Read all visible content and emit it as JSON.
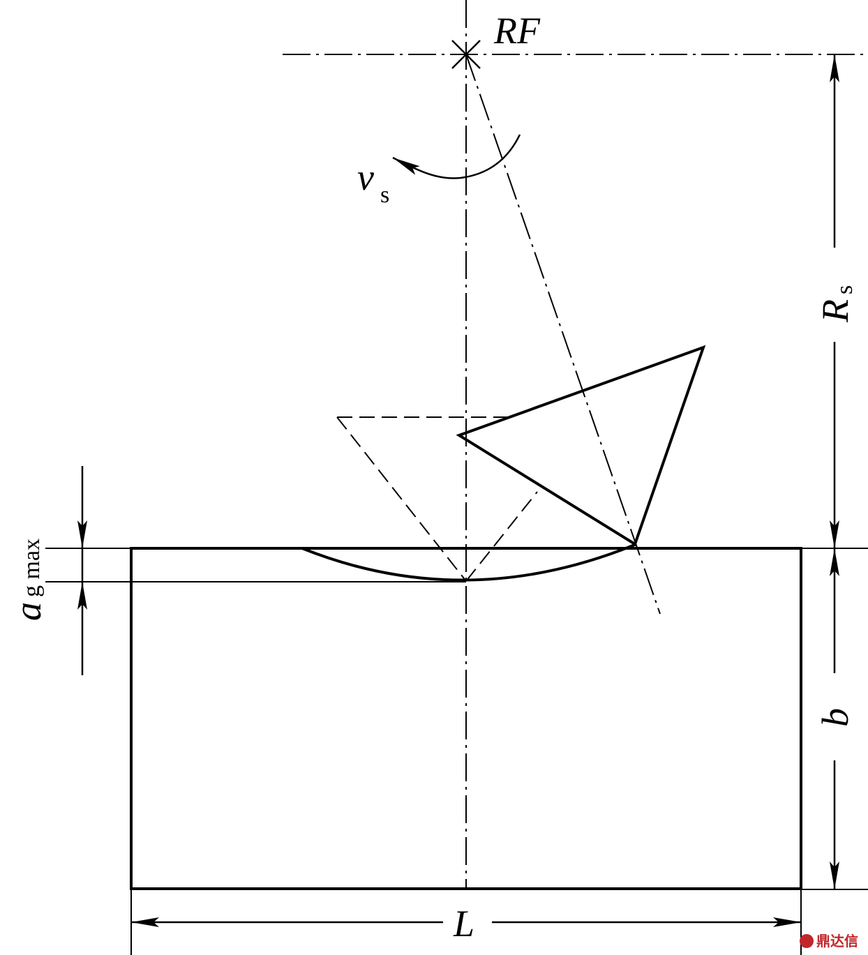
{
  "labels": {
    "reference_point": "RF",
    "velocity_main": "v",
    "velocity_sub": "s",
    "radius_main": "R",
    "radius_sub": "s",
    "depth_main": "a",
    "depth_sub": "g max",
    "width": "b",
    "length": "L"
  },
  "watermark": {
    "text": "鼎达信",
    "color": "#c0262b"
  }
}
